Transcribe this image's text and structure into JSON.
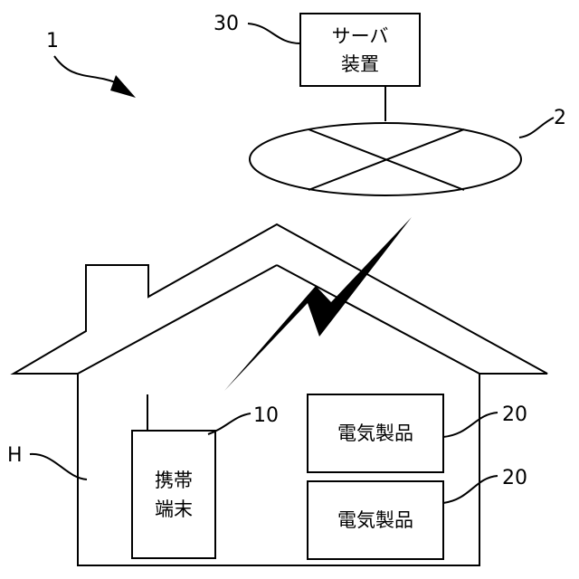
{
  "diagram": {
    "system_ref": "1",
    "server": {
      "ref": "30",
      "line1": "サーバ",
      "line2": "装置"
    },
    "network": {
      "ref": "2"
    },
    "house": {
      "ref": "H"
    },
    "terminal": {
      "ref": "10",
      "line1": "携帯",
      "line2": "端末"
    },
    "appliance_top": {
      "ref": "20",
      "label": "電気製品"
    },
    "appliance_bottom": {
      "ref": "20",
      "label": "電気製品"
    }
  }
}
